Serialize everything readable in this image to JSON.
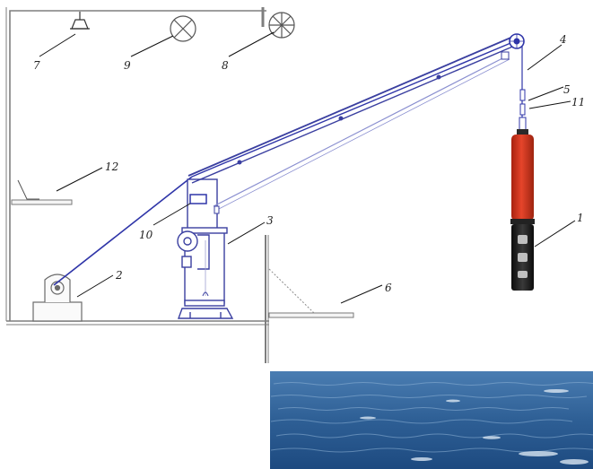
{
  "colors": {
    "frame": "#8a8a8a",
    "cable": "#2f35a8",
    "cable_light": "#8a8fd0",
    "crane_outline": "#3a3fa0",
    "probe_body": "#d7371f",
    "probe_dark": "#1c1c1c",
    "sea_top": "#3c6fa4",
    "sea_bottom": "#1f4f86",
    "leader": "#111111"
  },
  "callouts": [
    {
      "id": "c7",
      "text": "7",
      "part": "ceiling-lamp"
    },
    {
      "id": "c9",
      "text": "9",
      "part": "deck-light"
    },
    {
      "id": "c8",
      "text": "8",
      "part": "floodlight"
    },
    {
      "id": "c4",
      "text": "4",
      "part": "boom-tip-sheave"
    },
    {
      "id": "c5",
      "text": "5",
      "part": "lifting-cable"
    },
    {
      "id": "c11",
      "text": "11",
      "part": "cable-connector"
    },
    {
      "id": "c12",
      "text": "12",
      "part": "control-desk"
    },
    {
      "id": "c10",
      "text": "10",
      "part": "crane-column-box"
    },
    {
      "id": "c3",
      "text": "3",
      "part": "crane-column"
    },
    {
      "id": "c1",
      "text": "1",
      "part": "probe"
    },
    {
      "id": "c2",
      "text": "2",
      "part": "winch"
    },
    {
      "id": "c6",
      "text": "6",
      "part": "deck-platform"
    }
  ]
}
